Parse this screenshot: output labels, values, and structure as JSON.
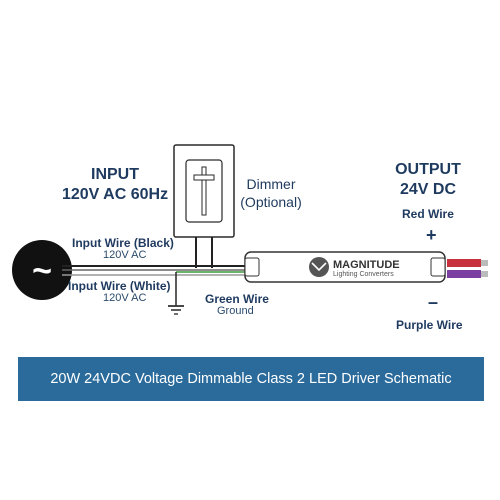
{
  "input": {
    "title_line1": "INPUT",
    "title_line2": "120V AC 60Hz"
  },
  "output": {
    "title_line1": "OUTPUT",
    "title_line2": "24V DC"
  },
  "dimmer": {
    "line1": "Dimmer",
    "line2": "(Optional)"
  },
  "wires": {
    "black_label": "Input Wire (Black)",
    "black_sub": "120V AC",
    "white_label": "Input Wire (White)",
    "white_sub": "120V AC",
    "green_label": "Green Wire",
    "green_sub": "Ground",
    "red_label": "Red Wire",
    "purple_label": "Purple Wire",
    "plus": "+",
    "minus": "–"
  },
  "driver": {
    "brand": "MAGNITUDE",
    "tagline": "Lighting Converters"
  },
  "source_symbol": "~",
  "banner": {
    "text": "20W 24VDC Voltage Dimmable Class 2 LED Driver Schematic"
  },
  "colors": {
    "label_text": "#1e3a5f",
    "banner_bg": "#2a6b9c",
    "wire_red": "#c8323c",
    "wire_purple": "#7a3fa0",
    "wire_green": "#3c9a3c",
    "wire_black": "#222222"
  }
}
